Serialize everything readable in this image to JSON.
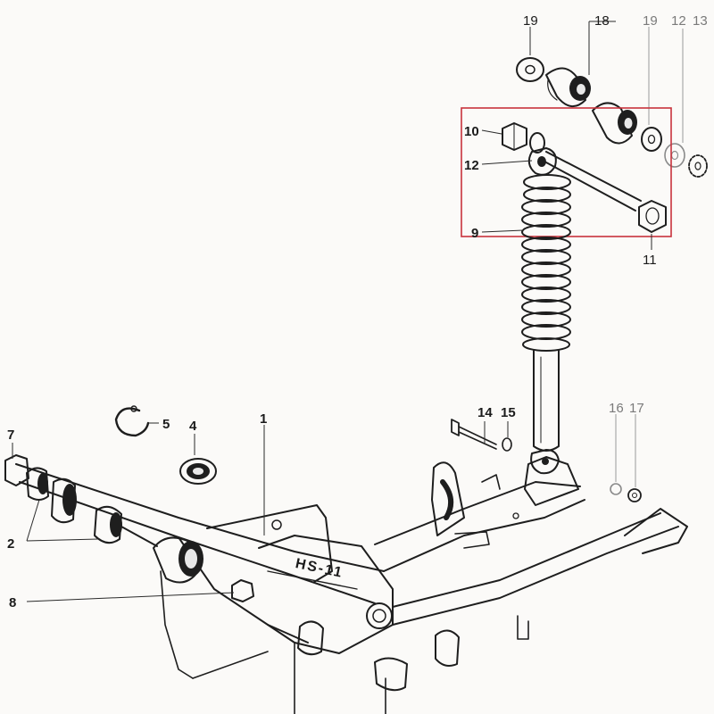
{
  "diagram": {
    "highlight_color": "#c8323c",
    "ink_color": "#1e1e1e",
    "paper_color": "#fbfaf8",
    "callouts": [
      {
        "id": "c1",
        "text": "1"
      },
      {
        "id": "c2",
        "text": "2"
      },
      {
        "id": "c4",
        "text": "4"
      },
      {
        "id": "c5",
        "text": "5"
      },
      {
        "id": "c7",
        "text": "7"
      },
      {
        "id": "c8",
        "text": "8"
      },
      {
        "id": "c9",
        "text": "9"
      },
      {
        "id": "c10",
        "text": "10"
      },
      {
        "id": "c11",
        "text": "11"
      },
      {
        "id": "c12a",
        "text": "12"
      },
      {
        "id": "c12b",
        "text": "12"
      },
      {
        "id": "c13",
        "text": "13"
      },
      {
        "id": "c14",
        "text": "14"
      },
      {
        "id": "c15",
        "text": "15"
      },
      {
        "id": "c16",
        "text": "16"
      },
      {
        "id": "c17",
        "text": "17"
      },
      {
        "id": "c18",
        "text": "18"
      },
      {
        "id": "c19a",
        "text": "19"
      },
      {
        "id": "c19b",
        "text": "19"
      }
    ],
    "frame_stamp": "HS-11"
  }
}
